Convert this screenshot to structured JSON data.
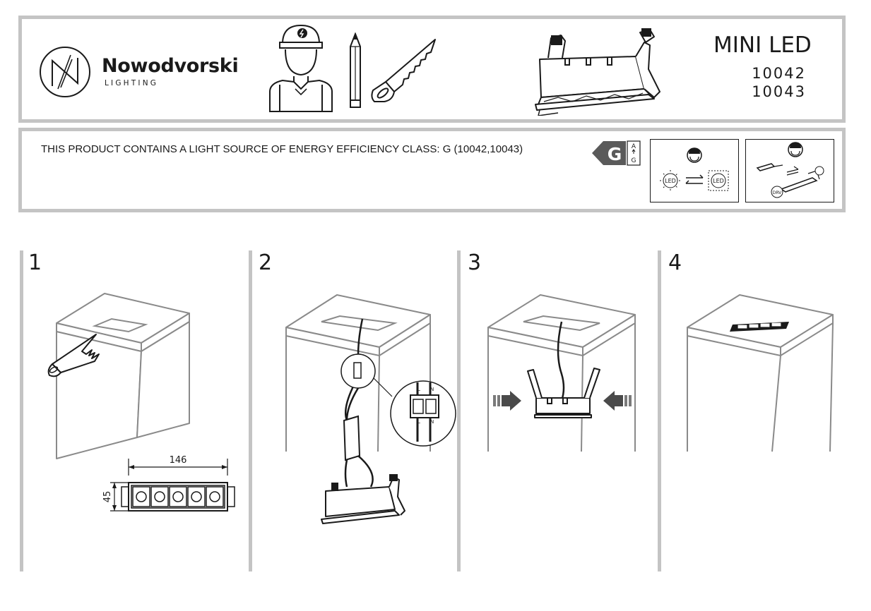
{
  "brand": {
    "name": "Nowodvorski",
    "sub": "LIGHTING"
  },
  "product": {
    "title": "MINI LED",
    "codes": [
      "10042",
      "10043"
    ]
  },
  "energy": {
    "text": "THIS PRODUCT CONTAINS A LIGHT SOURCE OF ENERGY EFFICIENCY CLASS: G (10042,10043)",
    "class_letter": "G",
    "scale_top": "A",
    "scale_bottom": "G"
  },
  "badges": {
    "led": "LED",
    "driver": "DRV"
  },
  "steps": [
    {
      "number": "1"
    },
    {
      "number": "2"
    },
    {
      "number": "3"
    },
    {
      "number": "4"
    }
  ],
  "dimensions": {
    "width": "146",
    "height": "45"
  },
  "wiring": {
    "L": "L",
    "N": "N"
  },
  "icons": [
    "brand-logo-icon",
    "installer-icon",
    "pencil-icon",
    "saw-icon",
    "led-fixture-icon",
    "energy-label-icon",
    "led-swap-icon",
    "driver-connect-icon",
    "arrow-right-icon",
    "arrow-left-icon"
  ]
}
